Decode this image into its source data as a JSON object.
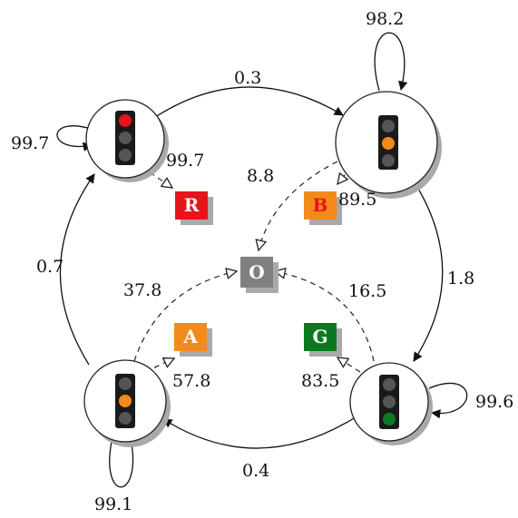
{
  "colors": {
    "red": "#e8141b",
    "orange": "#f28a1c",
    "green": "#0b7a1f",
    "gray": "#808080",
    "light_off": "#555555",
    "housing": "#1a1a1a"
  },
  "nodes": {
    "red_state": {
      "icon": "traffic-light-red-icon",
      "lit": "red"
    },
    "orange_state": {
      "icon": "traffic-light-orange-icon",
      "lit": "orange"
    },
    "green_state": {
      "icon": "traffic-light-green-icon",
      "lit": "green"
    },
    "amber_state": {
      "icon": "traffic-light-amber-icon",
      "lit": "orange"
    }
  },
  "boxes": {
    "R": {
      "label": "R",
      "color": "#e8141b",
      "text_color": "#ffffff"
    },
    "B": {
      "label": "B",
      "color": "#f28a1c",
      "text_color": "#e8141b"
    },
    "O": {
      "label": "O",
      "color": "#808080",
      "text_color": "#ffffff"
    },
    "A": {
      "label": "A",
      "color": "#f28a1c",
      "text_color": "#ffffff"
    },
    "G": {
      "label": "G",
      "color": "#0b7a1f",
      "text_color": "#ffffff"
    }
  },
  "edges": {
    "red_self": "99.7",
    "red_to_R": "99.7",
    "red_to_orange": "0.3",
    "orange_self": "98.2",
    "orange_to_O": "8.8",
    "orange_to_B": "89.5",
    "orange_to_green": "1.8",
    "green_self": "99.6",
    "green_to_O": "16.5",
    "green_to_G": "83.5",
    "green_to_amber": "0.4",
    "amber_self": "99.1",
    "amber_to_O": "37.8",
    "amber_to_A": "57.8",
    "amber_to_red": "0.7"
  }
}
